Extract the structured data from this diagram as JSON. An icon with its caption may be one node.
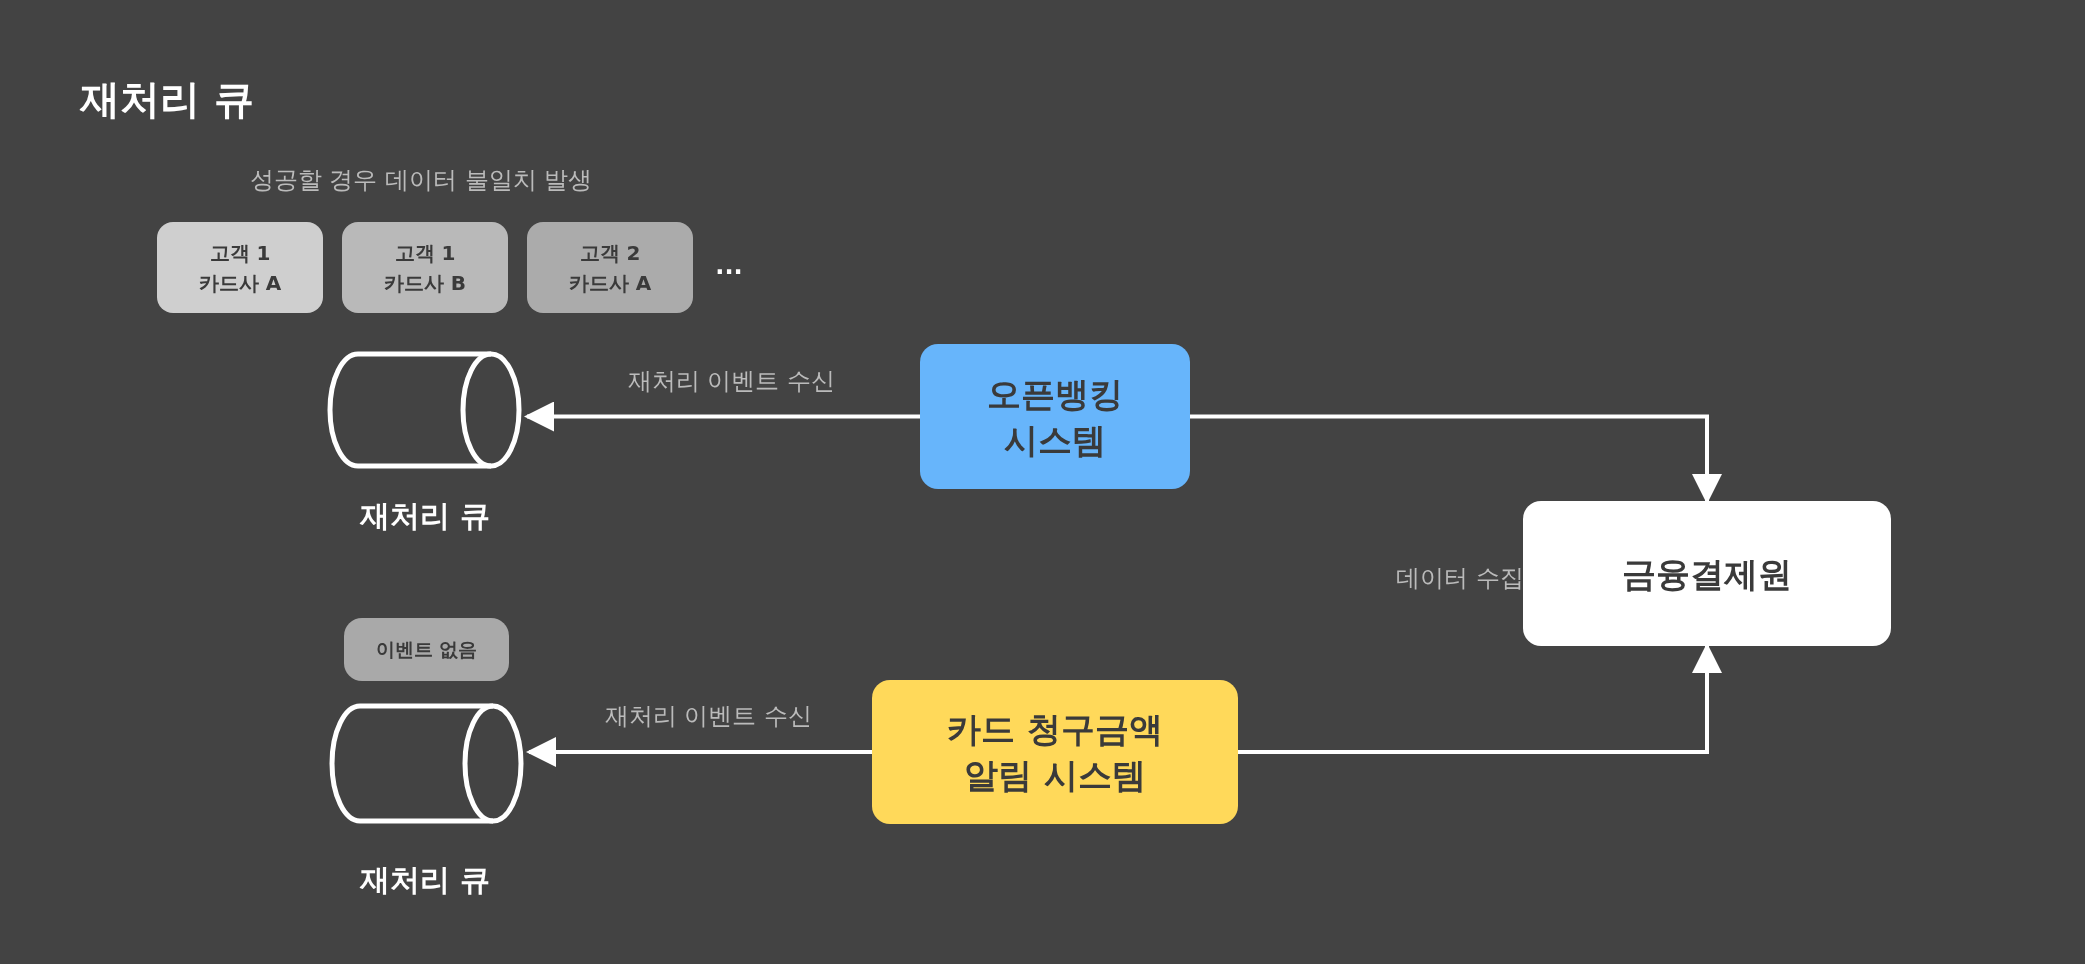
{
  "diagram": {
    "title": "재처리 큐",
    "nodes": [
      {
        "text": [
          "고객 1 카드사 A"
        ]
      },
      {
        "text": [
          "고객 1 카드사 B"
        ]
      },
      {
        "text": [
          "고객 2 카드사 A"
        ]
      },
      {
        "text": [],
        "shape": "cylinder",
        "beside": [
          "재처리 큐"
        ]
      },
      {
        "text": [
          "오픈뱅킹 시스템"
        ]
      },
      {
        "text": [
          "금융결제원"
        ],
        "beside": [
          "데이터 수집"
        ]
      },
      {
        "text": [
          "이벤트 없음"
        ]
      },
      {
        "text": [],
        "shape": "cylinder",
        "beside": [
          "재처리 큐"
        ]
      },
      {
        "text": [
          "카드 청구금액 알림 시스템"
        ]
      }
    ],
    "edges": [
      {
        "from": 4,
        "to": 3,
        "arrow": "to",
        "label": "재처리 이벤트 수신"
      },
      {
        "from": 4,
        "to": 5,
        "arrow": "to"
      },
      {
        "from": 8,
        "to": 7,
        "arrow": "to",
        "label": "재처리 이벤트 수신"
      },
      {
        "from": 8,
        "to": 5,
        "arrow": "to"
      }
    ],
    "labels": [
      "성공할 경우 데이터 불일치 발생",
      "..."
    ]
  }
}
